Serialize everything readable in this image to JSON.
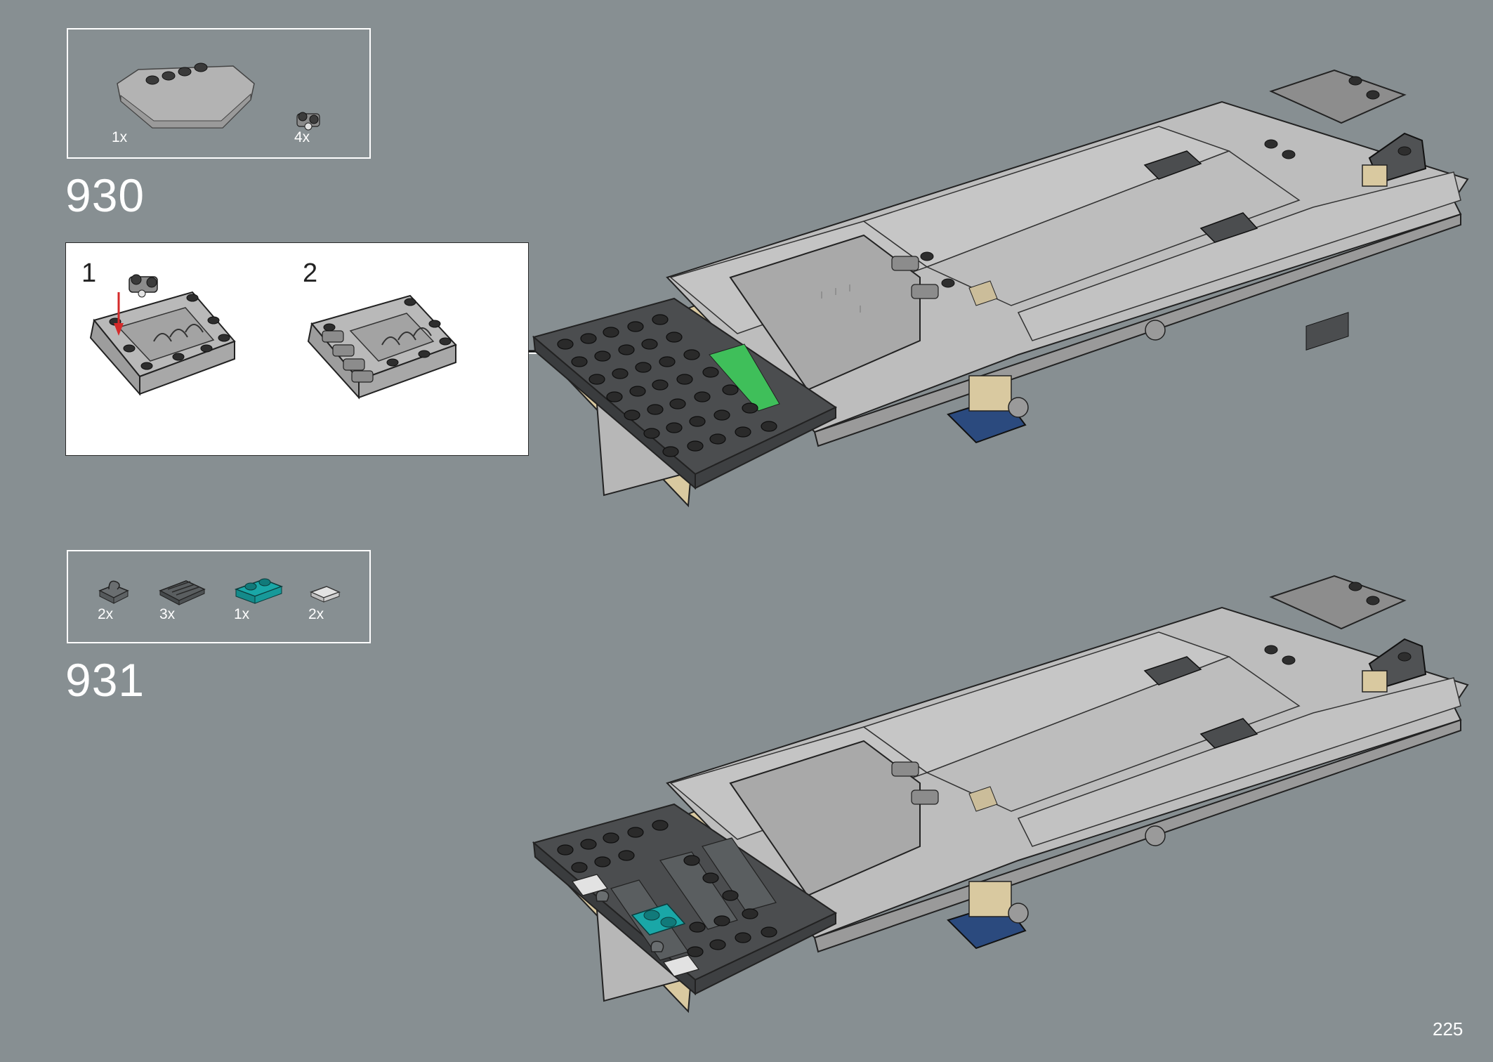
{
  "page_number": "225",
  "steps": [
    {
      "number": "930",
      "parts": [
        {
          "qty": "1x",
          "icon": "wedge-slope-piece-icon"
        },
        {
          "qty": "4x",
          "icon": "clip-hinge-piece-icon"
        }
      ],
      "substeps": [
        {
          "label": "1"
        },
        {
          "label": "2"
        }
      ]
    },
    {
      "number": "931",
      "parts": [
        {
          "qty": "2x",
          "icon": "clip-plate-piece-icon",
          "color": "#6a6e70"
        },
        {
          "qty": "3x",
          "icon": "grille-tile-piece-icon",
          "color": "#5a5e60"
        },
        {
          "qty": "1x",
          "icon": "teal-plate-1x2-icon",
          "color": "#1aa7a7"
        },
        {
          "qty": "2x",
          "icon": "tile-1x1-icon",
          "color": "#d8d8d8"
        }
      ]
    }
  ],
  "colors": {
    "background": "#878f92",
    "light_gray": "#b5b5b5",
    "dark_gray": "#4b4d4f",
    "tan": "#d9c9a0",
    "blue": "#2b4a7e",
    "green": "#3fbf5a",
    "teal": "#1aa7a7",
    "arrow_red": "#d42a2a"
  }
}
